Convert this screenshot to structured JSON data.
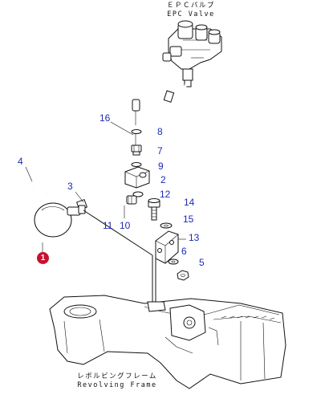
{
  "captions": {
    "epc_jp": "ＥＰＣバルブ",
    "epc_en": "EPC Valve",
    "frame_jp": "レボルビングフレーム",
    "frame_en": "Revolving Frame"
  },
  "callouts": {
    "p1": "1",
    "p2": "2",
    "p3": "3",
    "p4": "4",
    "p5": "5",
    "p6": "6",
    "p7": "7",
    "p8": "8",
    "p9": "9",
    "p10": "10",
    "p11": "11",
    "p12": "12",
    "p13": "13",
    "p14": "14",
    "p15": "15",
    "p16": "16"
  },
  "colors": {
    "callout": "#1a2bb8",
    "highlight": "#c8102e",
    "line": "#111111"
  }
}
